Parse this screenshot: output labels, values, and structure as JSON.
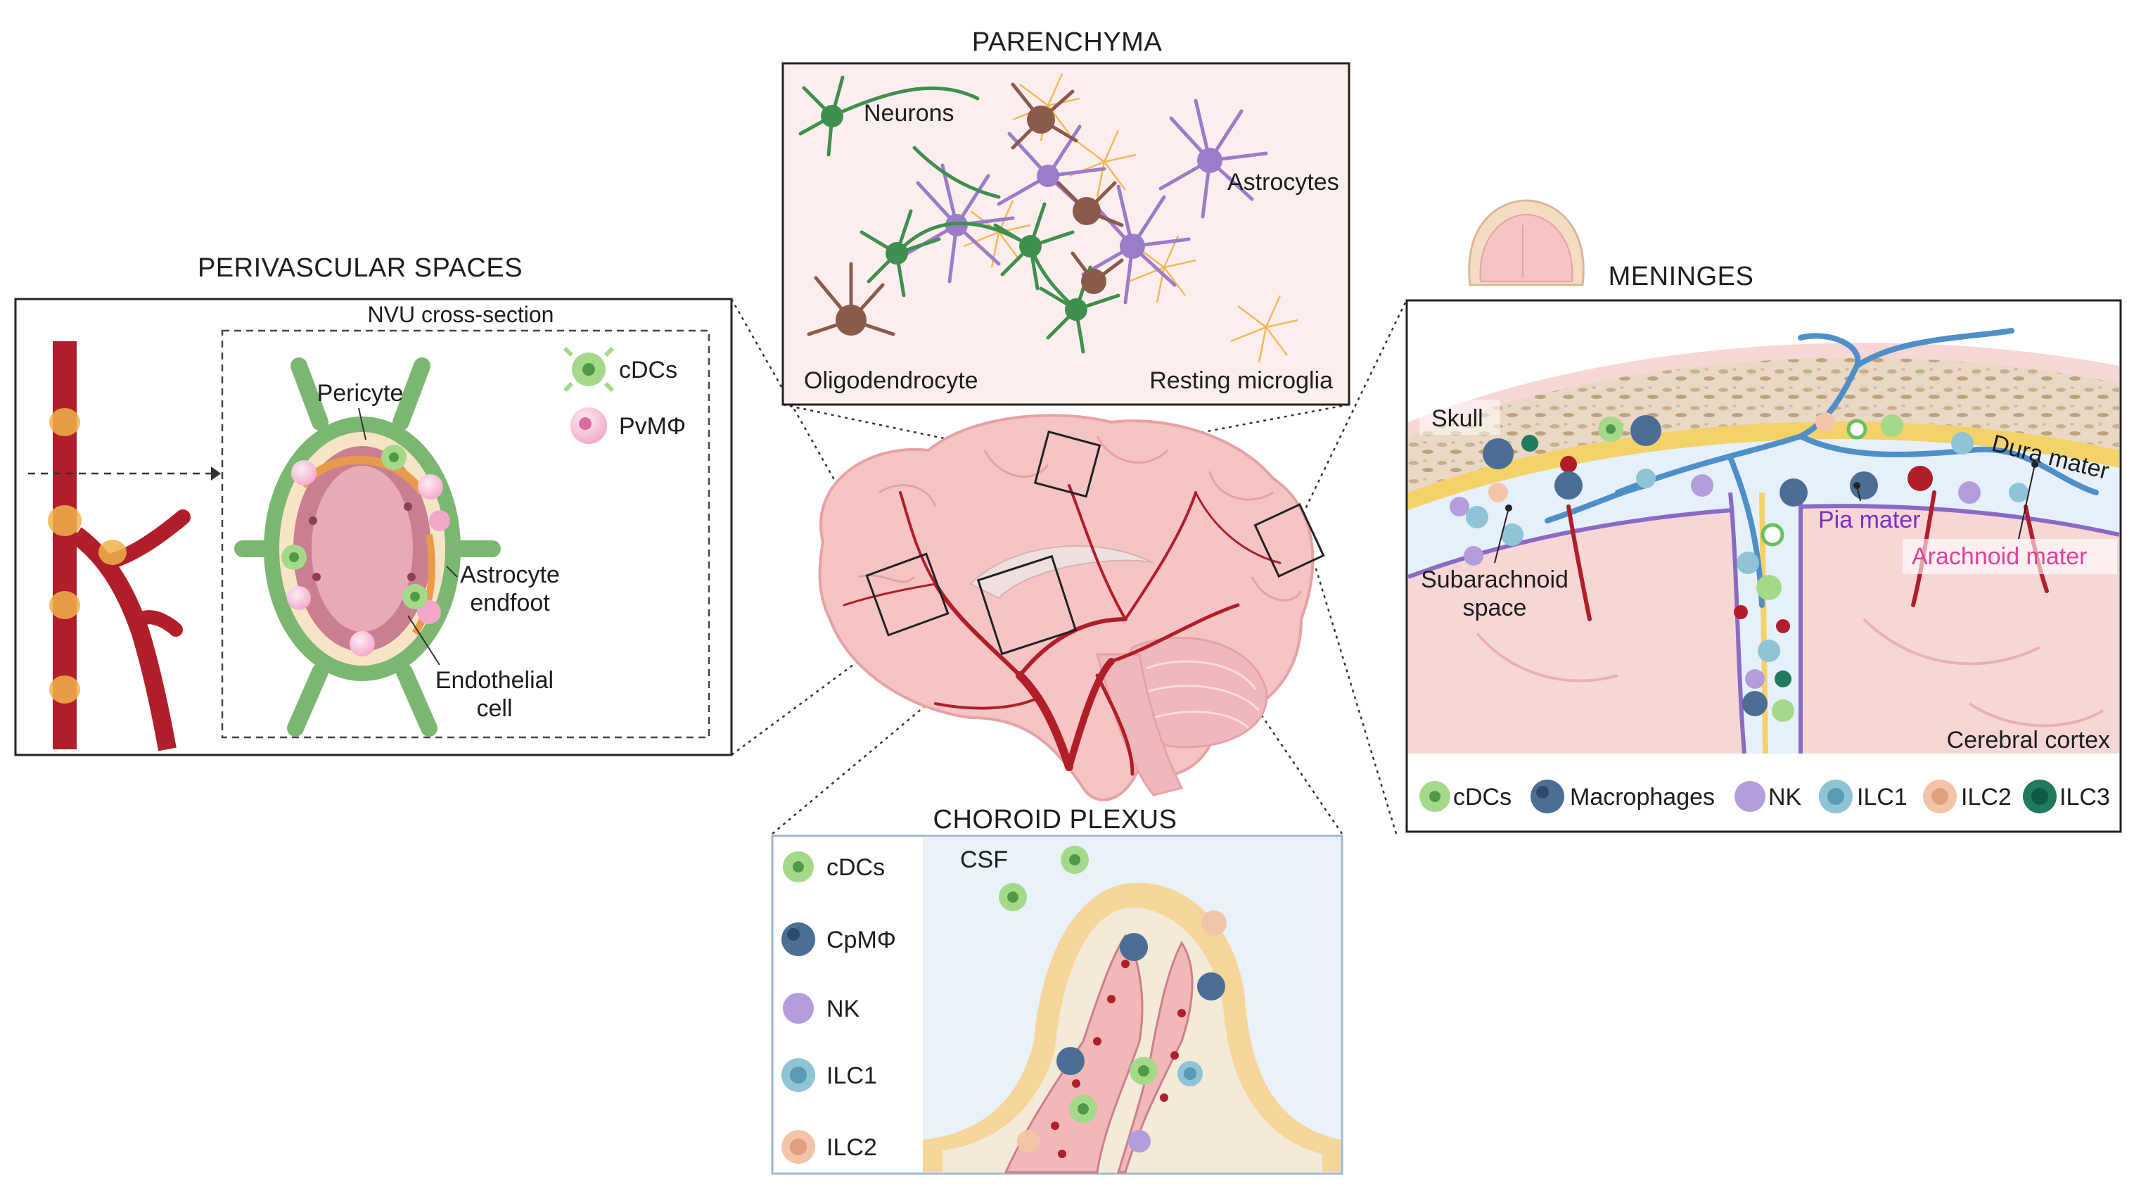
{
  "sections": {
    "perivascular": {
      "title": "PERIVASCULAR SPACES",
      "subtitle": "NVU cross-section",
      "labels": {
        "pericyte": "Pericyte",
        "astrocyte_line1": "Astrocyte",
        "astrocyte_line2": "endfoot",
        "endothelial_line1": "Endothelial",
        "endothelial_line2": "cell"
      },
      "legend": [
        {
          "label": "cDCs",
          "icon": "cdc-cell-icon"
        },
        {
          "label": "PvMΦ",
          "icon": "pvm-macrophage-icon"
        }
      ]
    },
    "parenchyma": {
      "title": "PARENCHYMA",
      "labels": {
        "neurons": "Neurons",
        "astrocytes": "Astrocytes",
        "oligodendrocyte": "Oligodendrocyte",
        "microglia": "Resting microglia"
      }
    },
    "meninges": {
      "title": "MENINGES",
      "labels": {
        "skull": "Skull",
        "dura": "Dura mater",
        "pia": "Pia mater",
        "arachnoid": "Arachnoid mater",
        "subarachnoid_line1": "Subarachnoid",
        "subarachnoid_line2": "space",
        "cortex": "Cerebral cortex"
      },
      "legend": [
        {
          "label": "cDCs",
          "color": "#9fd88a"
        },
        {
          "label": "Macrophages",
          "color": "#4c6e94"
        },
        {
          "label": "NK",
          "color": "#b39ddb"
        },
        {
          "label": "ILC1",
          "color": "#8fc3d6"
        },
        {
          "label": "ILC2",
          "color": "#f3c5a8"
        },
        {
          "label": "ILC3",
          "color": "#1f7a5e"
        }
      ]
    },
    "choroid": {
      "title": "CHOROID PLEXUS",
      "csf": "CSF",
      "legend": [
        {
          "label": "cDCs",
          "color": "#9fd88a"
        },
        {
          "label": "CpMΦ",
          "color": "#4c6e94"
        },
        {
          "label": "NK",
          "color": "#b39ddb"
        },
        {
          "label": "ILC1",
          "color": "#8fc3d6"
        },
        {
          "label": "ILC2",
          "color": "#f3c5a8"
        }
      ]
    }
  },
  "colors": {
    "vessel": "#b01e2a",
    "brain": "#f5c4c4",
    "astro_green": "#7cb772",
    "neuron_green": "#3f8f4f",
    "astro_purple": "#9b7cc8",
    "microglia_orange": "#f0b34a",
    "dura_blue": "#4f8fc8"
  }
}
